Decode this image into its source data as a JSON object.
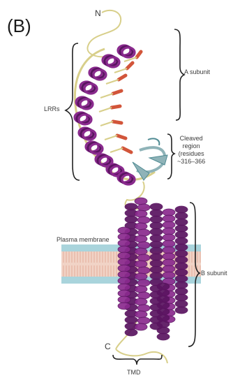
{
  "figure": {
    "panel_label": "(B)",
    "n_terminus": "N",
    "c_terminus": "C",
    "lrr_label": "LRRs",
    "a_subunit_label": "A subunit",
    "b_subunit_label": "B subunit",
    "plasma_membrane_label": "Plasma membrane",
    "tmd_label": "TMD",
    "cleaved_region_lines": [
      "Cleaved",
      "region",
      "(residues",
      "~316–366"
    ]
  },
  "colors": {
    "helix": "#8a2a8e",
    "helix_dark": "#5a1460",
    "coil": "#d8cf8a",
    "strand": "#d2553a",
    "cleaved": "#8fb3b8",
    "membrane_head": "#a9d4dc",
    "membrane_tail": "#e7b8a8"
  }
}
